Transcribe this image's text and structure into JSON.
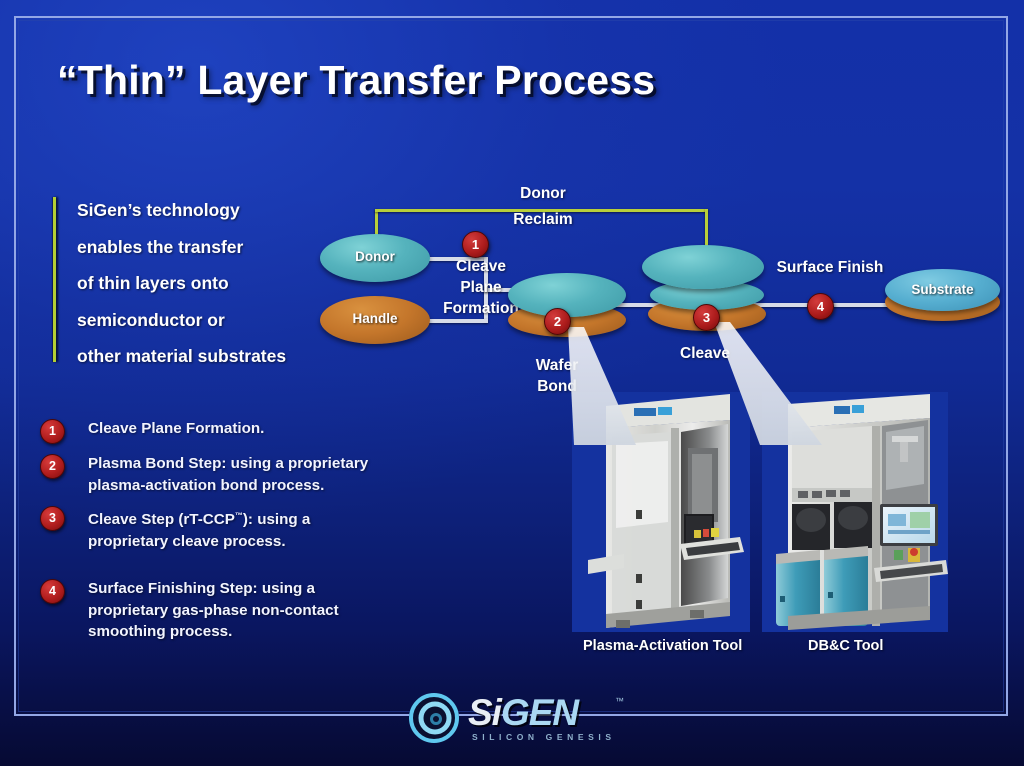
{
  "slide": {
    "title": "“Thin” Layer Transfer Process",
    "background_color": "#1330a8",
    "frame_color": "#93a7e6",
    "accent_green": "#b8cf3a",
    "badge_red": "#b01d1d"
  },
  "intro": {
    "lines": [
      "SiGen’s technology",
      "enables the transfer",
      "of thin layers onto",
      "semiconductor or",
      "other material substrates"
    ]
  },
  "steps": [
    {
      "number": "1",
      "text": "Cleave Plane Formation."
    },
    {
      "number": "2",
      "text": "Plasma Bond Step: using a proprietary plasma-activation bond process."
    },
    {
      "number": "3",
      "text": "Cleave Step (rT-CCP™): using a proprietary cleave process."
    },
    {
      "number": "4",
      "text": "Surface Finishing Step: using a proprietary gas-phase non-contact smoothing process."
    }
  ],
  "diagram": {
    "donor_disc_label": "Donor",
    "handle_disc_label": "Handle",
    "substrate_disc_label": "Substrate",
    "reclaim_label_line1": "Donor",
    "reclaim_label_line2": "Reclaim",
    "step1_label_line1": "Cleave",
    "step1_label_line2": "Plane",
    "step1_label_line3": "Formation",
    "step2_label_line1": "Wafer",
    "step2_label_line2": "Bond",
    "step3_label": "Cleave",
    "step4_label": "Surface Finish",
    "badges": [
      "1",
      "2",
      "3",
      "4"
    ]
  },
  "photos": [
    {
      "caption": "Plasma-Activation Tool"
    },
    {
      "caption": "DB&C Tool"
    }
  ],
  "logo": {
    "name_part1": "Si",
    "name_part2": "GEN",
    "trademark": "™",
    "tagline": "SILICON GENESIS"
  }
}
